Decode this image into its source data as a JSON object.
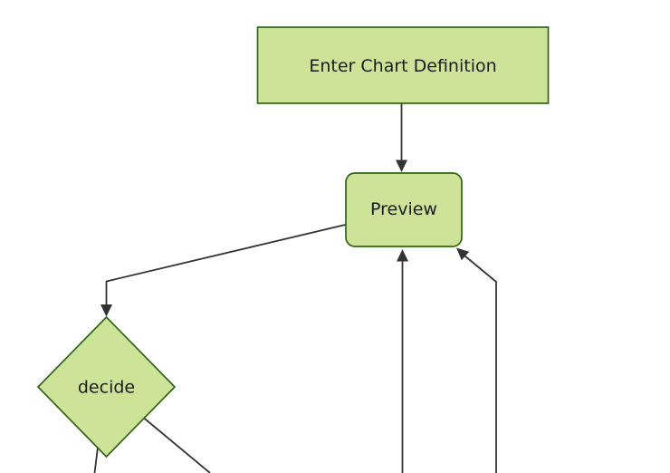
{
  "diagram": {
    "type": "flowchart",
    "orientation": "top-down",
    "view": "cropped (several edges run to/from nodes outside the visible area)",
    "nodes": [
      {
        "id": "enter-chart-definition",
        "shape": "rectangle",
        "label": "Enter Chart Definition"
      },
      {
        "id": "preview",
        "shape": "rounded-rectangle",
        "label": "Preview"
      },
      {
        "id": "decide",
        "shape": "diamond",
        "label": "decide"
      }
    ],
    "edges": [
      {
        "from": "enter-chart-definition",
        "to": "preview",
        "arrowhead": true
      },
      {
        "from": "preview",
        "to": "decide",
        "arrowhead": true
      },
      {
        "from": "offscreen-bottom-center",
        "to": "preview",
        "arrowhead": true
      },
      {
        "from": "offscreen-bottom-right",
        "to": "preview",
        "arrowhead": true
      },
      {
        "from": "decide",
        "to": "offscreen-bottom-left",
        "arrowhead": false
      },
      {
        "from": "decide",
        "to": "offscreen-bottom-right",
        "arrowhead": false
      }
    ]
  },
  "colors": {
    "background": "#ffffff",
    "node_fill": "#cde498",
    "node_stroke": "#2f6514",
    "edge": "#333333",
    "text": "#1a1a1a"
  }
}
